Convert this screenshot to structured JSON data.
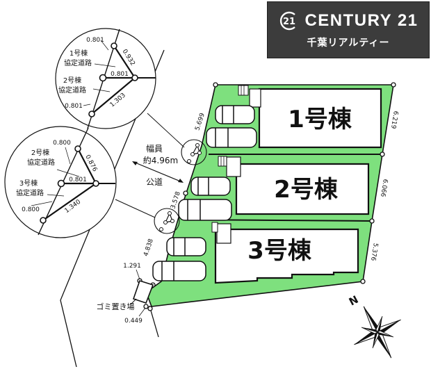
{
  "logo": {
    "brand_mark": "21",
    "brand_name": "CENTURY 21",
    "subtitle": "千葉リアルティー",
    "background": "#3c3c3c"
  },
  "colors": {
    "lot_green": "#7ee07e",
    "line": "#111111",
    "building_fill": "#ffffff"
  },
  "buildings": [
    {
      "label": "1号棟"
    },
    {
      "label": "2号棟"
    },
    {
      "label": "3号棟"
    }
  ],
  "road": {
    "width_label_line1": "幅員",
    "width_label_line2": "約4.96m",
    "type_label": "公道"
  },
  "garbage_area": {
    "label": "ゴミ置き場"
  },
  "boundary_dimensions": {
    "front_1": "5.699",
    "front_2": "3.578",
    "front_3": "4.838",
    "front_4": "1.291",
    "front_5": "0.449",
    "rear_1": "6.219",
    "rear_2": "6.066",
    "rear_3": "5.376"
  },
  "detail_top": {
    "label_a_line1": "1号棟",
    "label_a_line2": "協定道路",
    "label_b_line1": "2号棟",
    "label_b_line2": "協定道路",
    "dim_top": "0.801",
    "dim_diag": "0.932",
    "dim_mid": "0.801",
    "dim_long": "1.303",
    "dim_bottom": "0.801"
  },
  "detail_bottom": {
    "label_a_line1": "2号棟",
    "label_a_line2": "協定道路",
    "label_b_line1": "3号棟",
    "label_b_line2": "協定道路",
    "dim_top": "0.800",
    "dim_diag": "0.876",
    "dim_mid": "0.801",
    "dim_long": "1.340",
    "dim_bottom": "0.800"
  },
  "compass": {
    "north_label": "N"
  }
}
